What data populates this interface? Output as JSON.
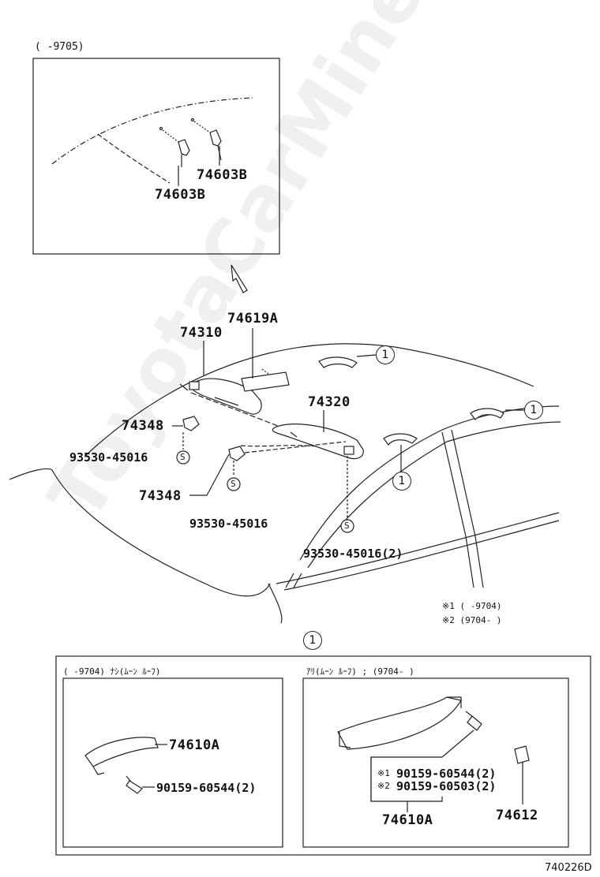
{
  "inset_top": {
    "range_label": "(      -9705)"
  },
  "part_labels": {
    "p74603B_a": "74603B",
    "p74603B_b": "74603B",
    "p74619A": "74619A",
    "p74310": "74310",
    "p74320": "74320",
    "p74348_a": "74348",
    "p74348_b": "74348",
    "p93530_a": "93530-45016",
    "p93530_b": "93530-45016",
    "p93530_c": "93530-45016(2)"
  },
  "callout_symbol": "1",
  "screw_symbol": "S",
  "notes": {
    "note1": "※1 (    -9704)",
    "note2": "※2 (9704-    )"
  },
  "detail": {
    "left_header": "(    -9704) ﾅｼ(ﾑｰﾝ ﾙｰﾌ)",
    "right_header": "ｱﾘ(ﾑｰﾝ ﾙｰﾌ) ; (9704-    )",
    "left_part": "74610A",
    "left_screw": "90159-60544(2)",
    "right_screw1": "90159-60544(2)",
    "right_screw2": "90159-60503(2)",
    "mark1": "※1",
    "mark2": "※2",
    "right_part": "74610A",
    "right_clip": "74612"
  },
  "diagram_code": "740226D",
  "watermark": "ToyotaCarMine.ru"
}
